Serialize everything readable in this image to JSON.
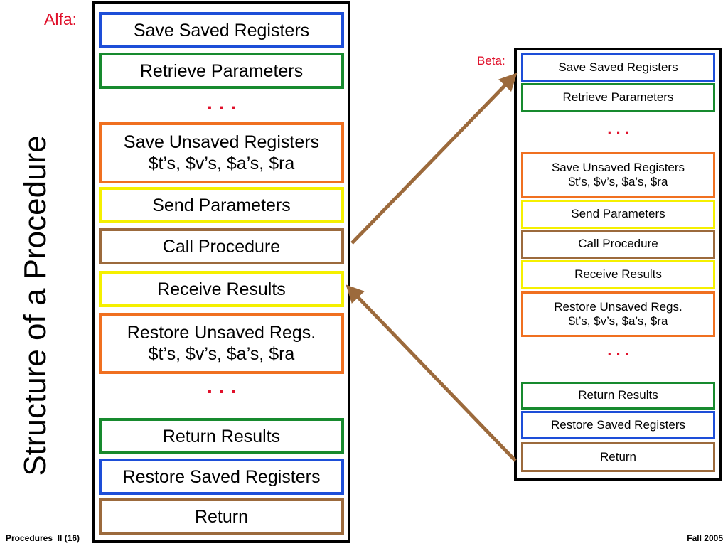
{
  "title": "Structure of a Procedure",
  "alfa": {
    "label": "Alfa:",
    "boxes": [
      {
        "lines": [
          "Save Saved Registers"
        ],
        "color": "#1d4ed8"
      },
      {
        "lines": [
          "Retrieve Parameters"
        ],
        "color": "#178a2e"
      },
      {
        "lines": [
          "Save Unsaved Registers",
          "$t’s, $v’s, $a’s, $ra"
        ],
        "color": "#f07020"
      },
      {
        "lines": [
          "Send Parameters"
        ],
        "color": "#f5f000"
      },
      {
        "lines": [
          "Call Procedure"
        ],
        "color": "#9c6a3c"
      },
      {
        "lines": [
          "Receive Results"
        ],
        "color": "#f5f000"
      },
      {
        "lines": [
          "Restore Unsaved Regs.",
          "$t’s, $v’s, $a’s, $ra"
        ],
        "color": "#f07020"
      },
      {
        "lines": [
          "Return Results"
        ],
        "color": "#178a2e"
      },
      {
        "lines": [
          "Restore Saved Registers"
        ],
        "color": "#1d4ed8"
      },
      {
        "lines": [
          "Return"
        ],
        "color": "#9c6a3c"
      }
    ],
    "dots": ". . ."
  },
  "beta": {
    "label": "Beta:",
    "boxes": [
      {
        "lines": [
          "Save Saved Registers"
        ],
        "color": "#1d4ed8"
      },
      {
        "lines": [
          "Retrieve Parameters"
        ],
        "color": "#178a2e"
      },
      {
        "lines": [
          "Save Unsaved Registers",
          "$t’s, $v’s, $a’s, $ra"
        ],
        "color": "#f07020"
      },
      {
        "lines": [
          "Send Parameters"
        ],
        "color": "#f5f000"
      },
      {
        "lines": [
          "Call Procedure"
        ],
        "color": "#9c6a3c"
      },
      {
        "lines": [
          "Receive Results"
        ],
        "color": "#f5f000"
      },
      {
        "lines": [
          "Restore Unsaved Regs.",
          "$t’s, $v’s, $a’s, $ra"
        ],
        "color": "#f07020"
      },
      {
        "lines": [
          "Return Results"
        ],
        "color": "#178a2e"
      },
      {
        "lines": [
          "Restore Saved Registers"
        ],
        "color": "#1d4ed8"
      },
      {
        "lines": [
          "Return"
        ],
        "color": "#9c6a3c"
      }
    ],
    "dots": ". . ."
  },
  "arrow_color": "#9c6a3c",
  "footer": {
    "left": "Procedures  II (16)",
    "right": "Fall 2005"
  }
}
